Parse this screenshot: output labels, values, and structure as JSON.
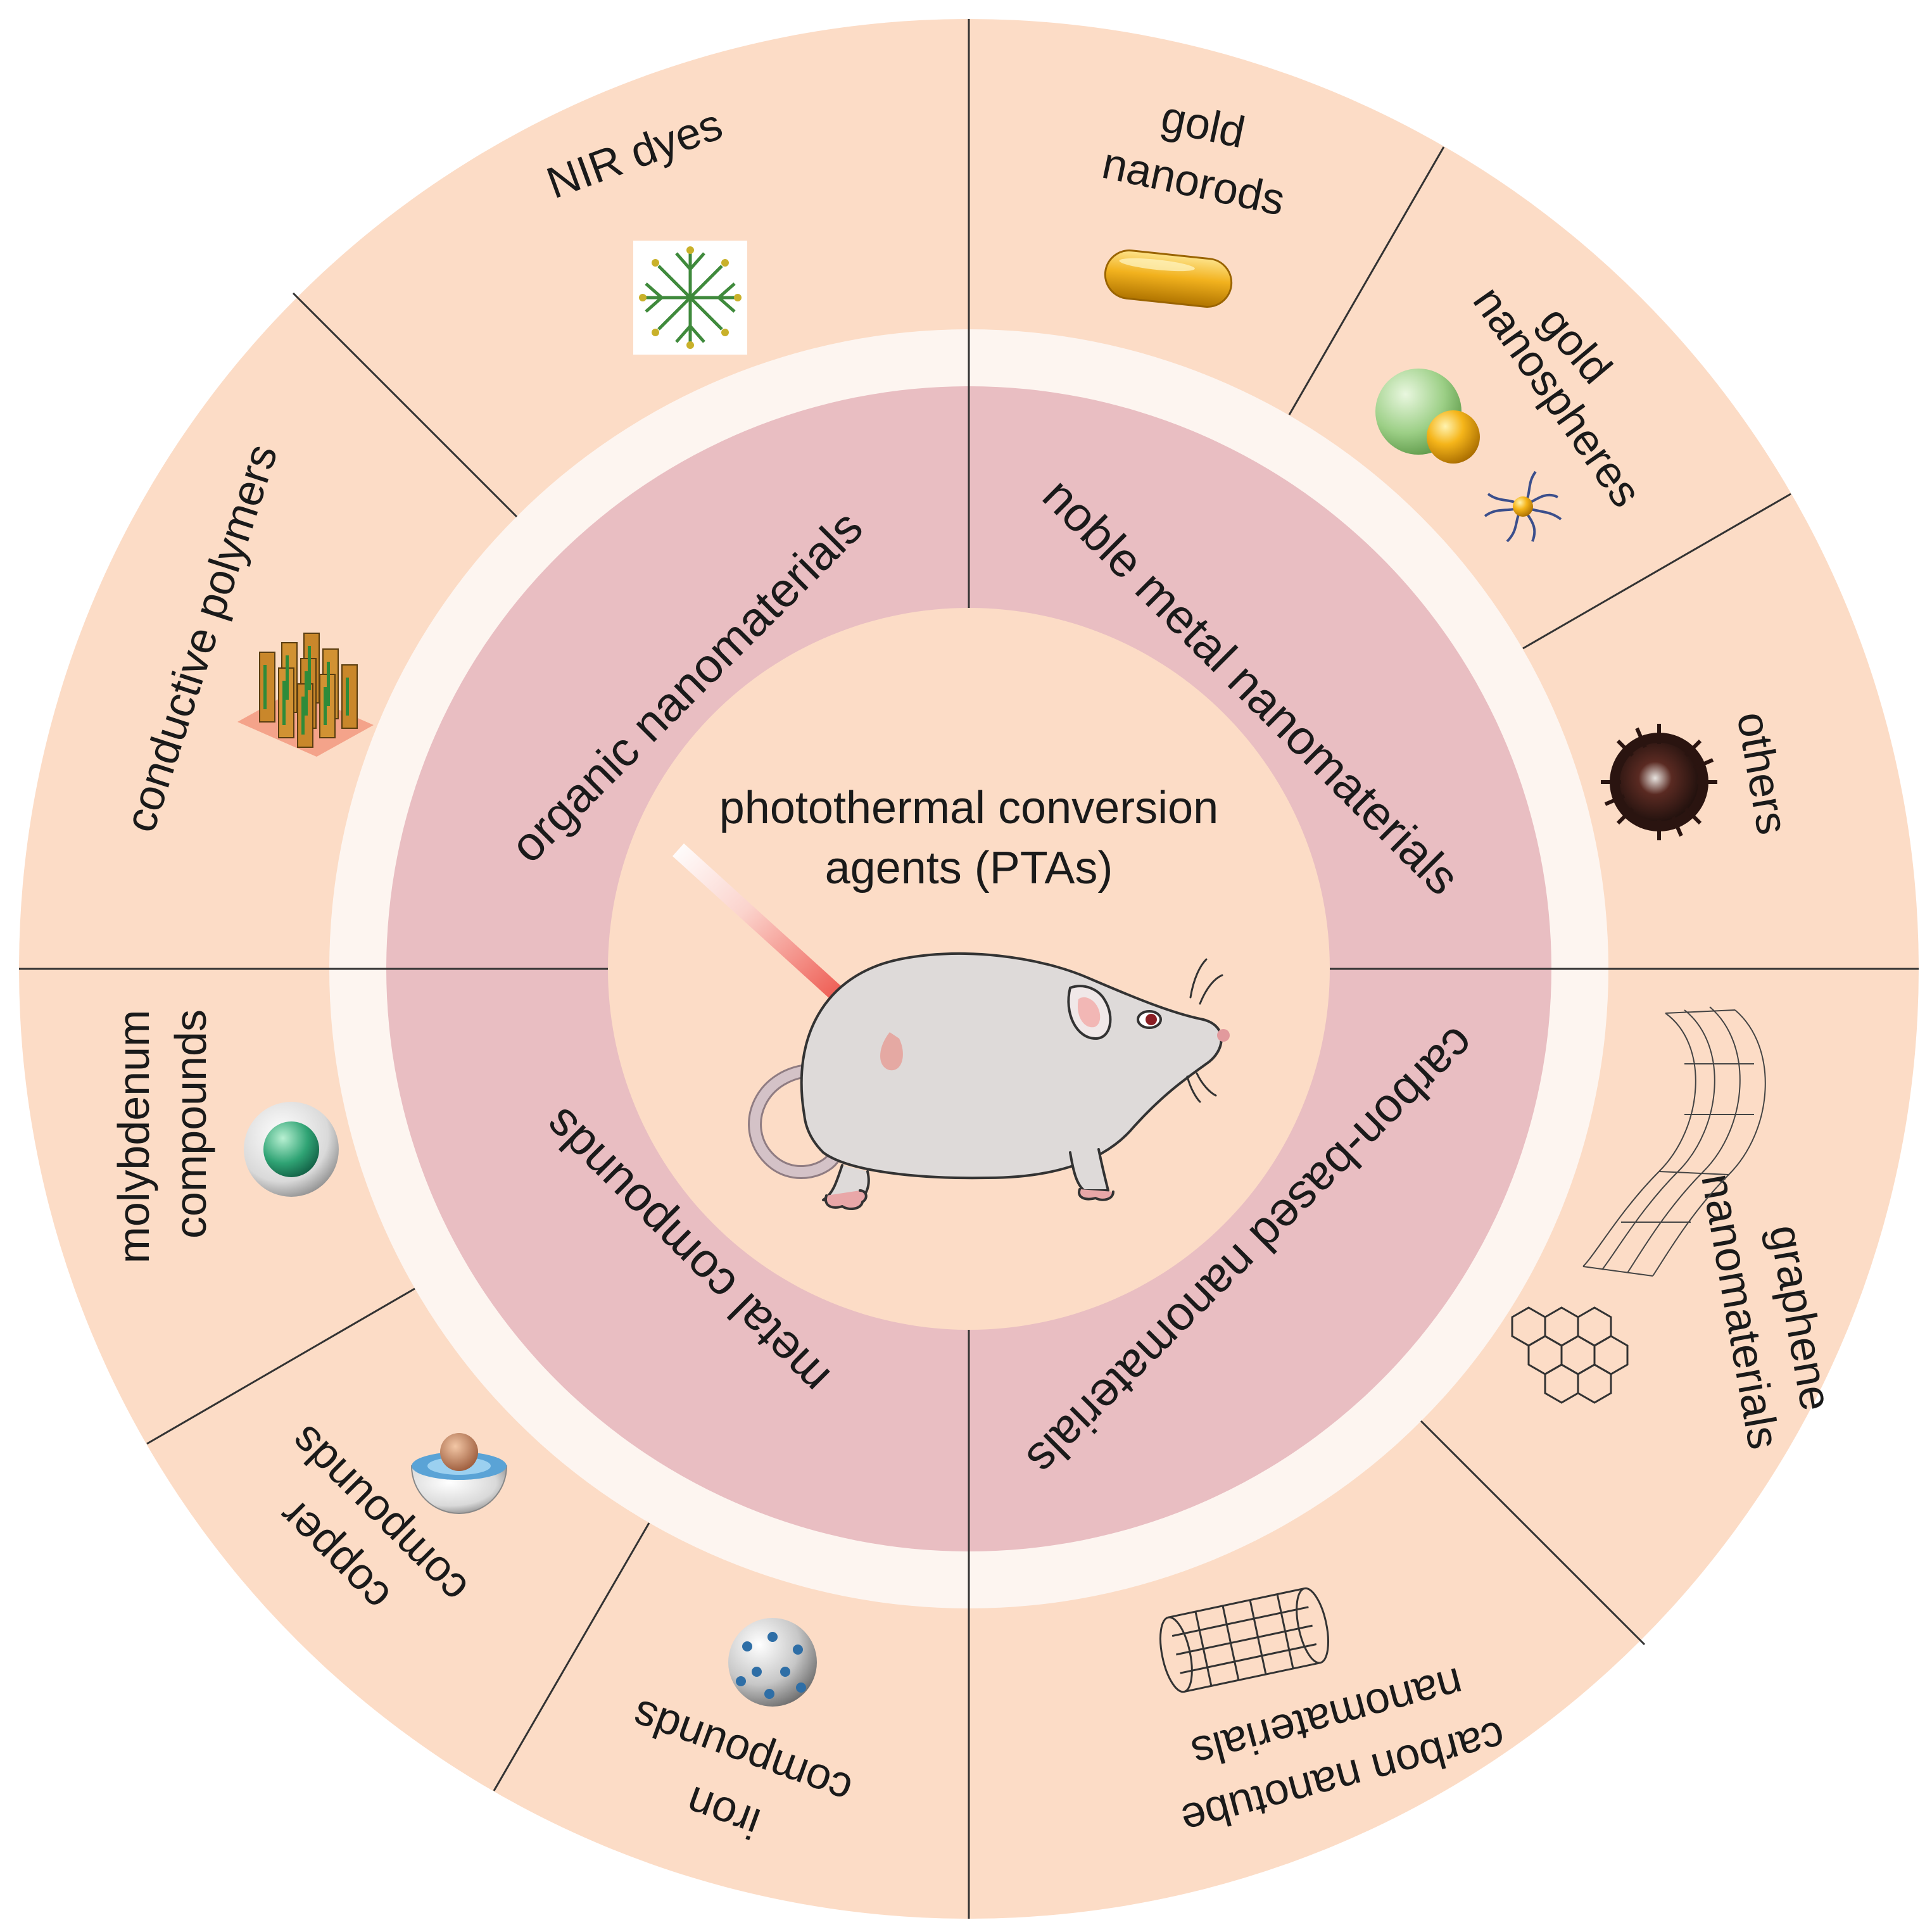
{
  "center": {
    "line1": "photothermal conversion",
    "line2": "agents (PTAs)"
  },
  "inner_ring": {
    "organic": "organic nanomaterials",
    "noble": "noble metal nanomaterials",
    "carbon": "carbon-based nanomaterials",
    "metal": "metal compounds"
  },
  "outer_ring": {
    "nir_dyes": "NIR dyes",
    "gold_nanorods": [
      "gold",
      "nanorods"
    ],
    "gold_nanospheres": [
      "gold",
      "nanospheres"
    ],
    "others": "others",
    "graphene": [
      "graphene",
      "nanomaterials"
    ],
    "carbon_nanotube": [
      "carbon nanotube",
      "nanomaterials"
    ],
    "iron": [
      "iron",
      "compounds"
    ],
    "copper": [
      "copper",
      "compounds"
    ],
    "molybdenum": [
      "molybdenum",
      "compounds"
    ],
    "conductive_polymers": "conductive polymers"
  },
  "colors": {
    "outer_ring": "#fcdcc6",
    "gap_ring": "#fdf5f0",
    "inner_ring": "#e9bec2",
    "center": "#fcdcc6",
    "divider": "#333333",
    "gold": "#f2b21e",
    "mouse_body": "#dedad9",
    "laser": "#ef3b2c"
  }
}
